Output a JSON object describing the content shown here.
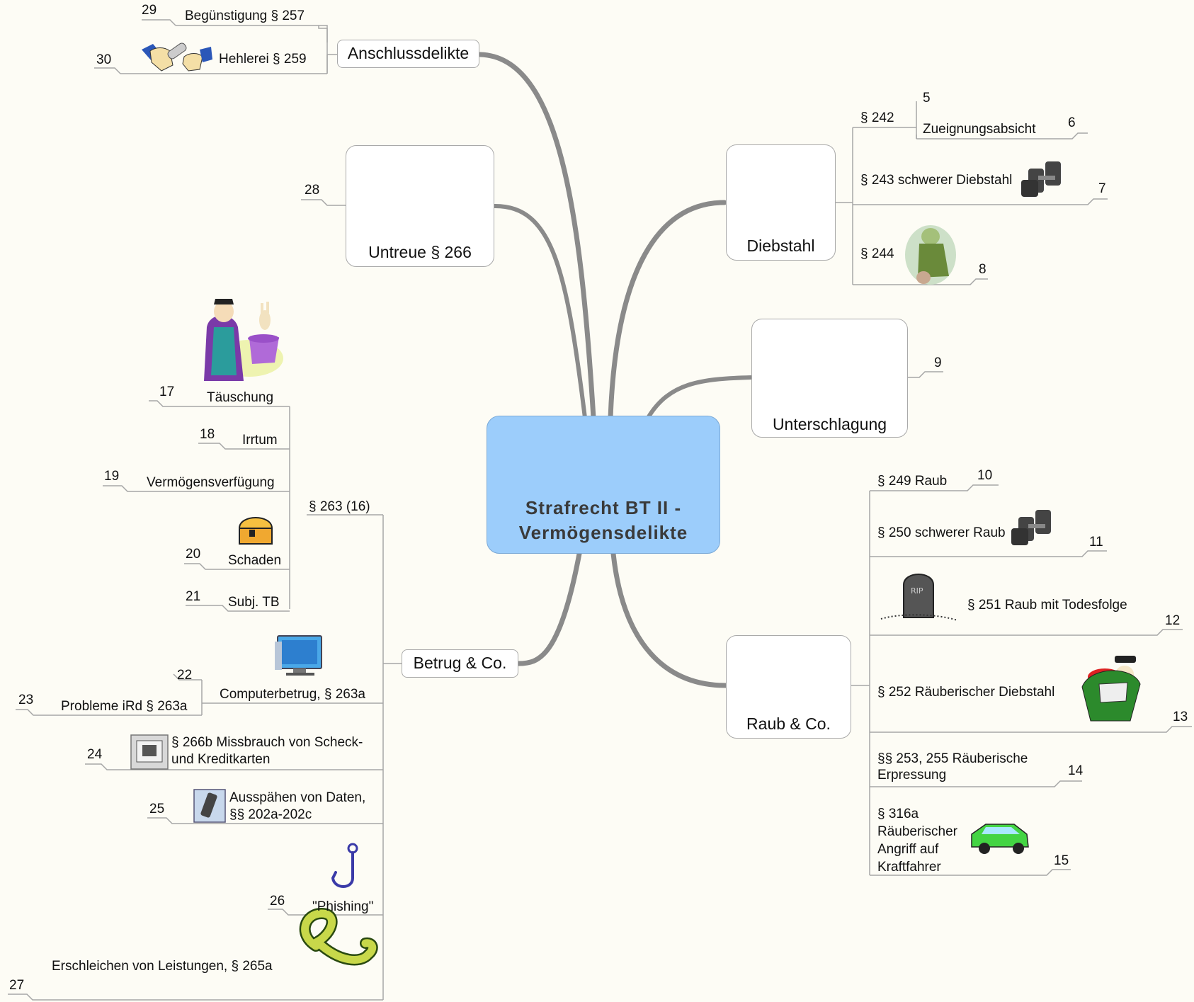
{
  "center": {
    "line1": "Strafrecht BT II -",
    "line2": "Vermögensdelikte"
  },
  "branches": {
    "anschluss": {
      "title": "Anschlussdelikte",
      "items": [
        {
          "label": "Begünstigung § 257",
          "num": "29"
        },
        {
          "label": "Hehlerei § 259",
          "num": "30"
        }
      ]
    },
    "untreue": {
      "title": "Untreue § 266",
      "num": "28"
    },
    "diebstahl": {
      "title": "Diebstahl",
      "items": [
        {
          "label": "§ 242",
          "num": "5"
        },
        {
          "label": "Zueignungsabsicht",
          "num": "6"
        },
        {
          "label": "§ 243 schwerer Diebstahl",
          "num": "7"
        },
        {
          "label": "§ 244",
          "num": "8"
        }
      ]
    },
    "unterschlagung": {
      "title": "Unterschlagung",
      "num": "9"
    },
    "raub": {
      "title": "Raub & Co.",
      "items": [
        {
          "label": "§ 249 Raub",
          "num": "10"
        },
        {
          "label": "§ 250 schwerer Raub",
          "num": "11"
        },
        {
          "label": "§ 251 Raub mit Todesfolge",
          "num": "12"
        },
        {
          "label": "§ 252 Räuberischer Diebstahl",
          "num": "13"
        },
        {
          "line1": "§§ 253, 255 Räuberische",
          "line2": "Erpressung",
          "num": "14"
        },
        {
          "line1": "§ 316a",
          "line2": "Räuberischer",
          "line3": "Angriff auf",
          "line4": "Kraftfahrer",
          "num": "15"
        }
      ]
    },
    "betrug": {
      "title": "Betrug & Co.",
      "p263": "§ 263 (16)",
      "sub263": [
        {
          "label": "Täuschung",
          "num": "17"
        },
        {
          "label": "Irrtum",
          "num": "18"
        },
        {
          "label": "Vermögensverfügung",
          "num": "19"
        },
        {
          "label": "Schaden",
          "num": "20"
        },
        {
          "label": "Subj. TB",
          "num": "21"
        }
      ],
      "computer": {
        "label": "Computerbetrug, § 263a",
        "num": "22"
      },
      "probleme": {
        "label": "Probleme iRd § 263a",
        "num": "23"
      },
      "scheck": {
        "line1": "§ 266b Missbrauch von Scheck-",
        "line2": "und Kreditkarten",
        "num": "24"
      },
      "ausspaehen": {
        "line1": "Ausspähen von Daten,",
        "line2": "§§ 202a-202c",
        "num": "25"
      },
      "phishing": {
        "label": "\"Phishing\"",
        "num": "26"
      },
      "erschleichen": {
        "label": "Erschleichen von Leistungen, § 265a",
        "num": "27"
      }
    }
  },
  "icons": [
    "magnifier-icon",
    "handshake-icon",
    "kissing-couple-icon",
    "burglar-icon",
    "dumbbell-icon",
    "thief-with-sack-icon",
    "embezzler-icon",
    "tombstone-icon",
    "robber-with-gun-icon",
    "running-thief-icon",
    "car-icon",
    "magician-icon",
    "treasure-chest-icon",
    "computer-monitor-icon",
    "credit-card-icon",
    "phone-icon",
    "fishhook-icon",
    "snake-icon"
  ],
  "colors": {
    "center_fill": "#9ccdfb",
    "connector": "#8a8a8a",
    "background": "#fdfcf5"
  }
}
